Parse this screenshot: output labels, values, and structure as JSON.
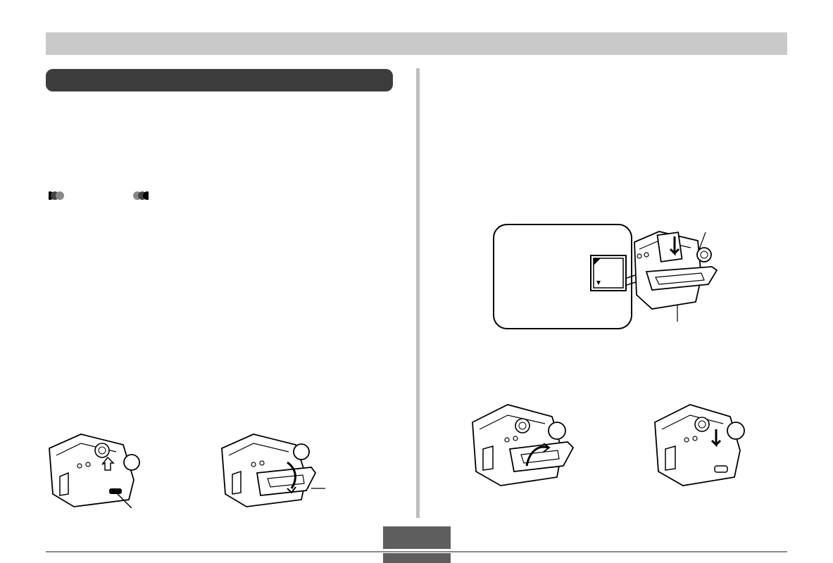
{
  "header": {
    "band_color": "#c9c9c9"
  },
  "section": {
    "bar_color": "#3c3c3c"
  },
  "markers": {
    "important": "important-marker-icon"
  },
  "illustrations": [
    "camera-insert-card-illustration",
    "camera-unlock-cover-illustration",
    "camera-open-cover-illustration",
    "camera-close-cover-illustration",
    "camera-cover-locked-illustration"
  ],
  "footer": {
    "tab_color": "#5e5e5e",
    "line_color": "#8a8a8a"
  }
}
